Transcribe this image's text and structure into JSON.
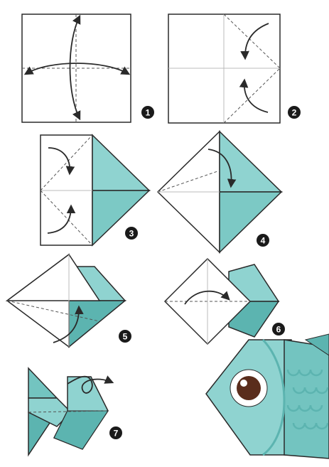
{
  "colors": {
    "paper": "#ffffff",
    "outline": "#2a2a2a",
    "teal": "#8fd3d0",
    "teal_dark": "#5cb4b0",
    "teal_mid": "#73c4c0",
    "fold_line": "#555555",
    "badge": "#1a1a1a",
    "eye_white": "#ffffff",
    "eye_iris": "#5a2d1c"
  },
  "steps": [
    {
      "number": "1",
      "icon": "square-crease-arrows"
    },
    {
      "number": "2",
      "icon": "square-fold-corners"
    },
    {
      "number": "3",
      "icon": "half-teal-square"
    },
    {
      "number": "4",
      "icon": "diamond-fold"
    },
    {
      "number": "5",
      "icon": "fold-tail"
    },
    {
      "number": "6",
      "icon": "fold-flap-over"
    },
    {
      "number": "7",
      "icon": "turn-over"
    }
  ],
  "final_model": {
    "icon": "origami-fish-face"
  }
}
